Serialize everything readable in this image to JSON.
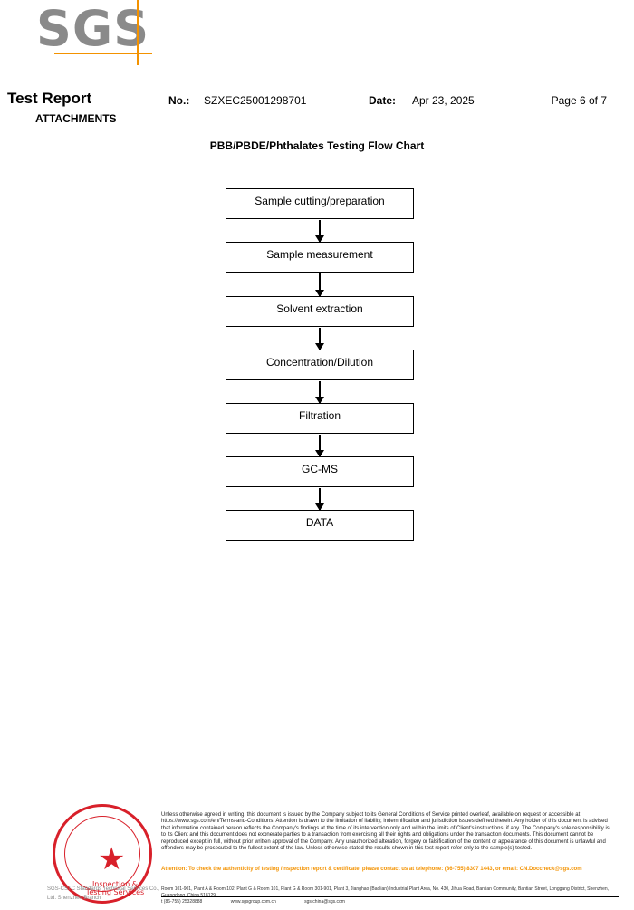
{
  "logo": "SGS",
  "header": {
    "title": "Test Report",
    "subtitle": "ATTACHMENTS",
    "no_label": "No.:",
    "no_value": "SZXEC25001298701",
    "date_label": "Date:",
    "date_value": "Apr 23, 2025",
    "page": "Page 6 of 7"
  },
  "chart_title": "PBB/PBDE/Phthalates Testing Flow Chart",
  "steps": [
    "Sample cutting/preparation",
    "Sample measurement",
    "Solvent extraction",
    "Concentration/Dilution",
    "Filtration",
    "GC-MS",
    "DATA"
  ],
  "footer": {
    "disclaimer": "Unless otherwise agreed in writing, this document is issued by the Company subject to its General Conditions of Service printed overleaf, available on request or accessible at https://www.sgs.com/en/Terms-and-Conditions. Attention is drawn to the limitation of liability, indemnification and jurisdiction issues defined therein. Any holder of this document is advised that information contained hereon reflects the Company's findings at the time of its intervention only and within the limits of Client's instructions, if any. The Company's sole responsibility is to its Client and this document does not exonerate parties to a transaction from exercising all their rights and obligations under the transaction documents. This document cannot be reproduced except in full, without prior written approval of the Company. Any unauthorized alteration, forgery or falsification of the content or appearance of this document is unlawful and offenders may be prosecuted to the fullest extent of the law. Unless otherwise stated the results shown in this test report refer only to the sample(s) tested.",
    "attention": "Attention: To check the authenticity of testing /inspection report & certificate, please contact us at telephone: (86-755) 8307 1443, or email: CN.Doccheck@sgs.com",
    "company": "SGS-CSTC Standards Technical Services Co., Ltd. Shenzhen Branch",
    "address": "Room 101-901, Plant A & Room 102, Plant G & Room 101, Plant G & Room 301-901, Plant 3, Jianghao (Baolian) Industrial Plant Area, No. 430, Jihua Road, Bantian Community, Bantian Street, Longgang District, Shenzhen, Guangdong, China 518129",
    "tel": "t (86-755) 25328888",
    "web": "www.sgsgroup.com.cn",
    "email": "sgs.china@sgs.com"
  },
  "seal": {
    "text": "Inspection & Testing Services"
  }
}
